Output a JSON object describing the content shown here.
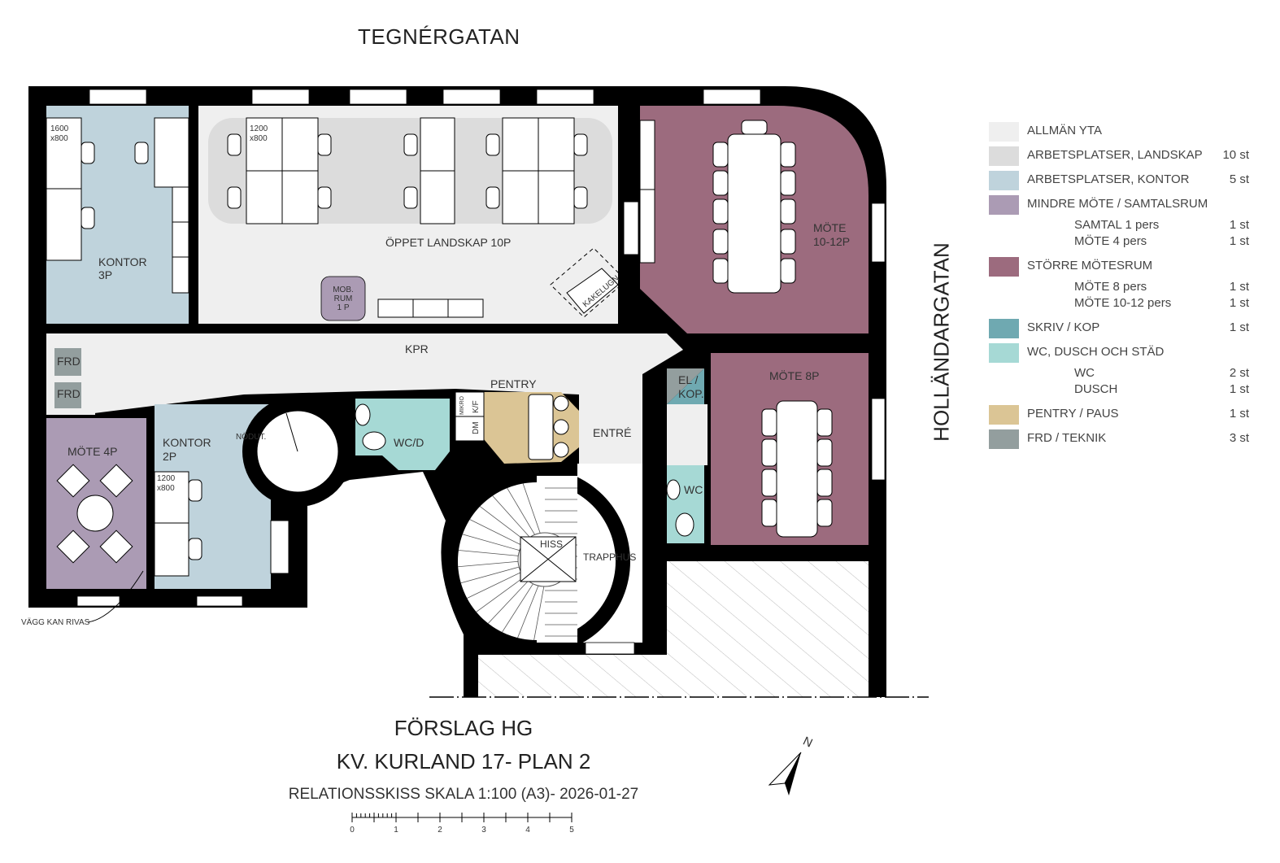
{
  "streets": {
    "top": "TEGNÉRGATAN",
    "right": "HOLLÄNDARGATAN"
  },
  "rooms": {
    "kontor3_a": "KONTOR",
    "kontor3_b": "3P",
    "desk_1600_a": "1600",
    "desk_1600_b": "x800",
    "desk_1200_a": "1200",
    "desk_1200_b": "x800",
    "landskap": "ÖPPET LANDSKAP 10P",
    "mob_a": "MOB.",
    "mob_b": "RUM",
    "mob_c": "1 P",
    "kakelugn": "KAKELUGN",
    "kpr": "KPR",
    "mote1012_a": "MÖTE",
    "mote1012_b": "10-12P",
    "mote8": "MÖTE 8P",
    "el_a": "EL /",
    "el_b": "KOP.",
    "frd1": "FRD",
    "frd2": "FRD",
    "mote4": "MÖTE 4P",
    "kontor2_a": "KONTOR",
    "kontor2_b": "2P",
    "desk2_a": "1200",
    "desk2_b": "x800",
    "nodut": "NÖDUT.",
    "wcd": "WC/D",
    "pentry": "PENTRY",
    "kf": "K/F",
    "mikro": "MIKRO",
    "dm": "DM",
    "entre": "ENTRÉ",
    "wc": "WC",
    "hiss": "HISS",
    "trapphus": "TRAPPHUS",
    "vagg": "VÄGG KAN RIVAS"
  },
  "legend": [
    {
      "label": "ALLMÄN YTA",
      "count": "",
      "color": "#efefef",
      "sub": []
    },
    {
      "label": "ARBETSPLATSER, LANDSKAP",
      "count": "10 st",
      "color": "#dcdcdc",
      "sub": []
    },
    {
      "label": "ARBETSPLATSER, KONTOR",
      "count": "5 st",
      "color": "#bfd3dc",
      "sub": []
    },
    {
      "label": "MINDRE MÖTE / SAMTALSRUM",
      "count": "",
      "color": "#ab9bb4",
      "sub": [
        {
          "label": "SAMTAL 1 pers",
          "count": "1 st"
        },
        {
          "label": "MÖTE 4 pers",
          "count": "1 st"
        }
      ]
    },
    {
      "label": "STÖRRE MÖTESRUM",
      "count": "",
      "color": "#9c6b7e",
      "sub": [
        {
          "label": "MÖTE 8 pers",
          "count": "1 st"
        },
        {
          "label": "MÖTE 10-12 pers",
          "count": "1 st"
        }
      ]
    },
    {
      "label": "SKRIV / KOP",
      "count": "1 st",
      "color": "#6fa9b1",
      "sub": []
    },
    {
      "label": "WC, DUSCH OCH STÄD",
      "count": "",
      "color": "#a6d9d5",
      "sub": [
        {
          "label": "WC",
          "count": "2 st"
        },
        {
          "label": "DUSCH",
          "count": "1 st"
        }
      ]
    },
    {
      "label": "PENTRY / PAUS",
      "count": "1 st",
      "color": "#dbc595",
      "sub": []
    },
    {
      "label": "FRD / TEKNIK",
      "count": "3 st",
      "color": "#939e9e",
      "sub": []
    }
  ],
  "title": {
    "line1": "FÖRSLAG HG",
    "line2": "KV. KURLAND 17- PLAN 2",
    "line3": "RELATIONSSKISS SKALA 1:100 (A3)- 2026-01-27"
  },
  "scale": {
    "ticks": [
      "0",
      "1",
      "2",
      "3",
      "4",
      "5"
    ]
  },
  "north": "N"
}
